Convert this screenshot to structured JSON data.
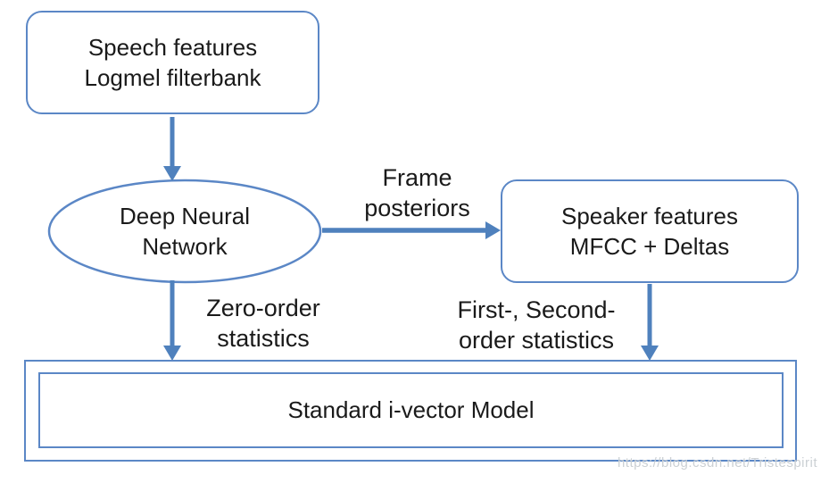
{
  "diagram": {
    "colors": {
      "node_border_blue": "#5b87c6",
      "arrow_blue": "#4f81bd",
      "text": "#1a1a1a",
      "watermark_gray": "#cbd0d4",
      "background": "#ffffff"
    },
    "nodes": {
      "speech_features": {
        "line1": "Speech features",
        "line2": "Logmel filterbank"
      },
      "deep_neural_network": {
        "line1": "Deep Neural",
        "line2": "Network"
      },
      "speaker_features": {
        "line1": "Speaker features",
        "line2": "MFCC + Deltas"
      },
      "ivector_model": {
        "label": "Standard i-vector Model"
      }
    },
    "edge_labels": {
      "frame_posteriors": {
        "line1": "Frame",
        "line2": "posteriors"
      },
      "zero_order": {
        "line1": "Zero-order",
        "line2": "statistics"
      },
      "first_second_order": {
        "line1": "First-, Second-",
        "line2": "order statistics"
      }
    },
    "watermark": "https://blog.csdn.net/Tristespirit"
  }
}
